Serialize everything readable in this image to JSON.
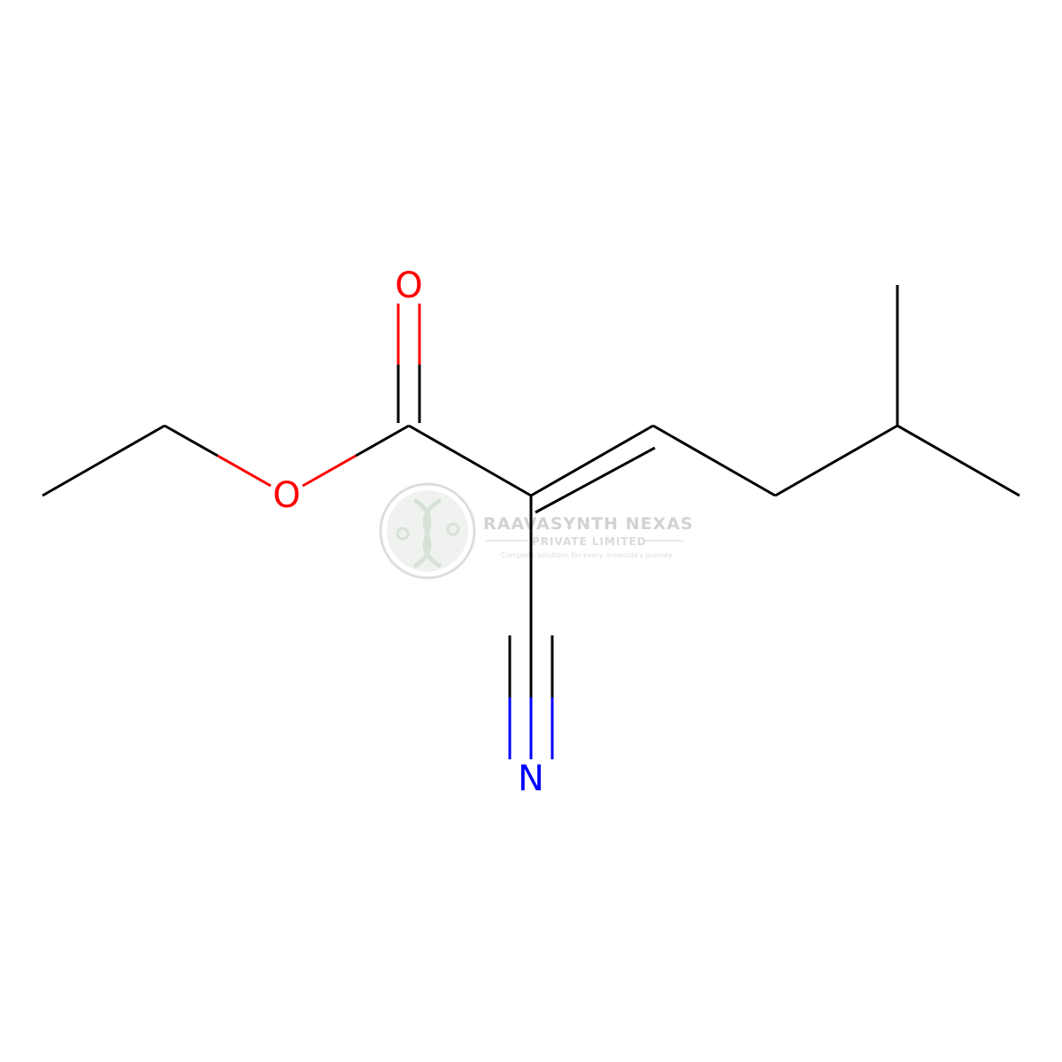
{
  "atoms": {
    "oxygen_carbonyl": "O",
    "oxygen_ester": "O",
    "nitrogen": "N"
  },
  "watermark": {
    "company": "RAAVASYNTH NEXAS",
    "subtitle": "PRIVATE LIMITED",
    "tagline": "Complete solutions for every molecule's journey"
  },
  "colors": {
    "carbon_bond": "#000000",
    "oxygen": "#ff0000",
    "nitrogen": "#0000ff",
    "watermark": "#c9ccc9"
  }
}
